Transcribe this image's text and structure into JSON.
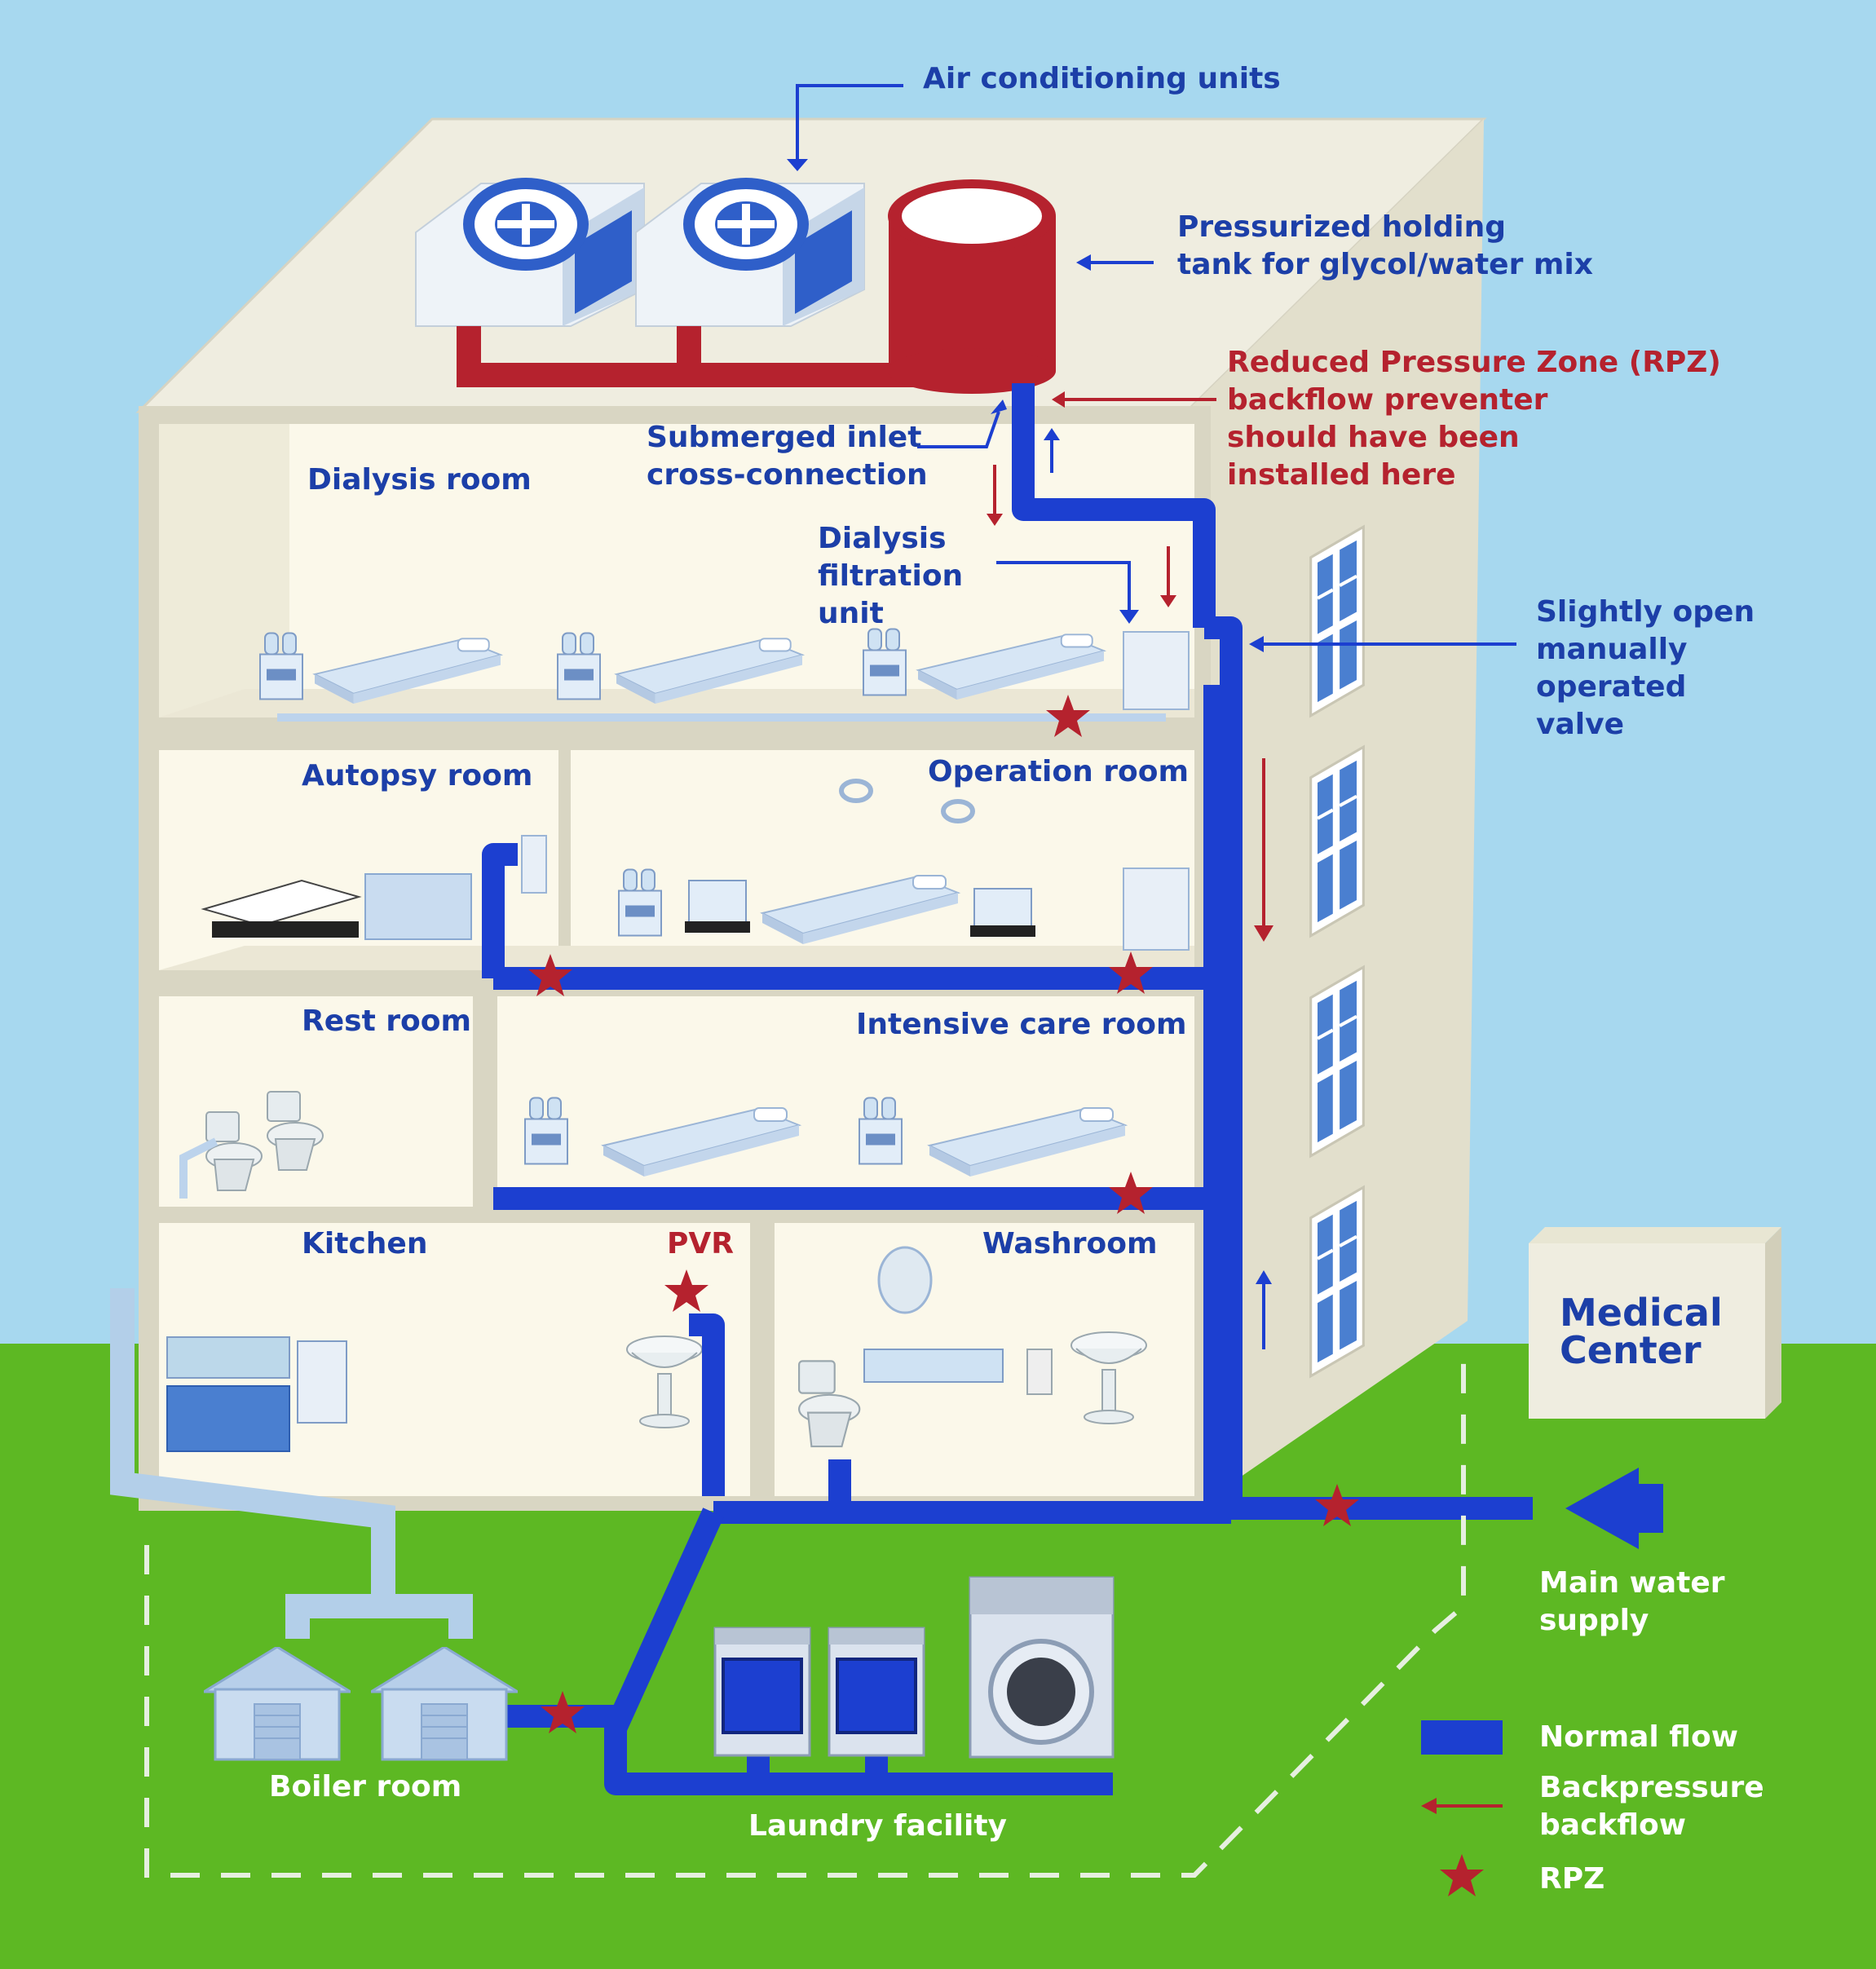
{
  "colors": {
    "sky": "#a7d8ef",
    "grass": "#5db823",
    "normal_flow": "#1c3fd0",
    "backflow": "#b5222e",
    "rpz": "#b5222e",
    "label_blue": "#1c3fa8",
    "building_wall": "#e6e4d6",
    "room_floor": "#fbf8ea"
  },
  "labels": {
    "ac_units": "Air conditioning units",
    "tank_line1": "Pressurized holding",
    "tank_line2": "tank for glycol/water mix",
    "rpz_line1": "Reduced Pressure Zone (RPZ)",
    "rpz_line2": "backflow preventer",
    "rpz_line3": "should have been",
    "rpz_line4": "installed here",
    "submerged_line1": "Submerged inlet",
    "submerged_line2": "cross-connection",
    "dialysis_filter_line1": "Dialysis",
    "dialysis_filter_line2": "filtration",
    "dialysis_filter_line3": "unit",
    "valve_line1": "Slightly open",
    "valve_line2": "manually",
    "valve_line3": "operated",
    "valve_line4": "valve",
    "main_supply_line1": "Main water",
    "main_supply_line2": "supply",
    "laundry": "Laundry facility",
    "boiler": "Boiler room",
    "pvr": "PVR",
    "medical_line1": "Medical",
    "medical_line2": "Center"
  },
  "rooms": {
    "dialysis": "Dialysis room",
    "autopsy": "Autopsy room",
    "operation": "Operation room",
    "rest": "Rest room",
    "icu": "Intensive care room",
    "kitchen": "Kitchen",
    "washroom": "Washroom"
  },
  "legend": {
    "normal_flow": "Normal flow",
    "backflow_line1": "Backpressure",
    "backflow_line2": "backflow",
    "rpz": "RPZ"
  },
  "icons": [
    "star-icon",
    "arrow-icon",
    "fan-icon",
    "bed-icon",
    "toilet-icon",
    "sink-icon",
    "washing-machine-icon",
    "window-icon",
    "house-icon"
  ]
}
